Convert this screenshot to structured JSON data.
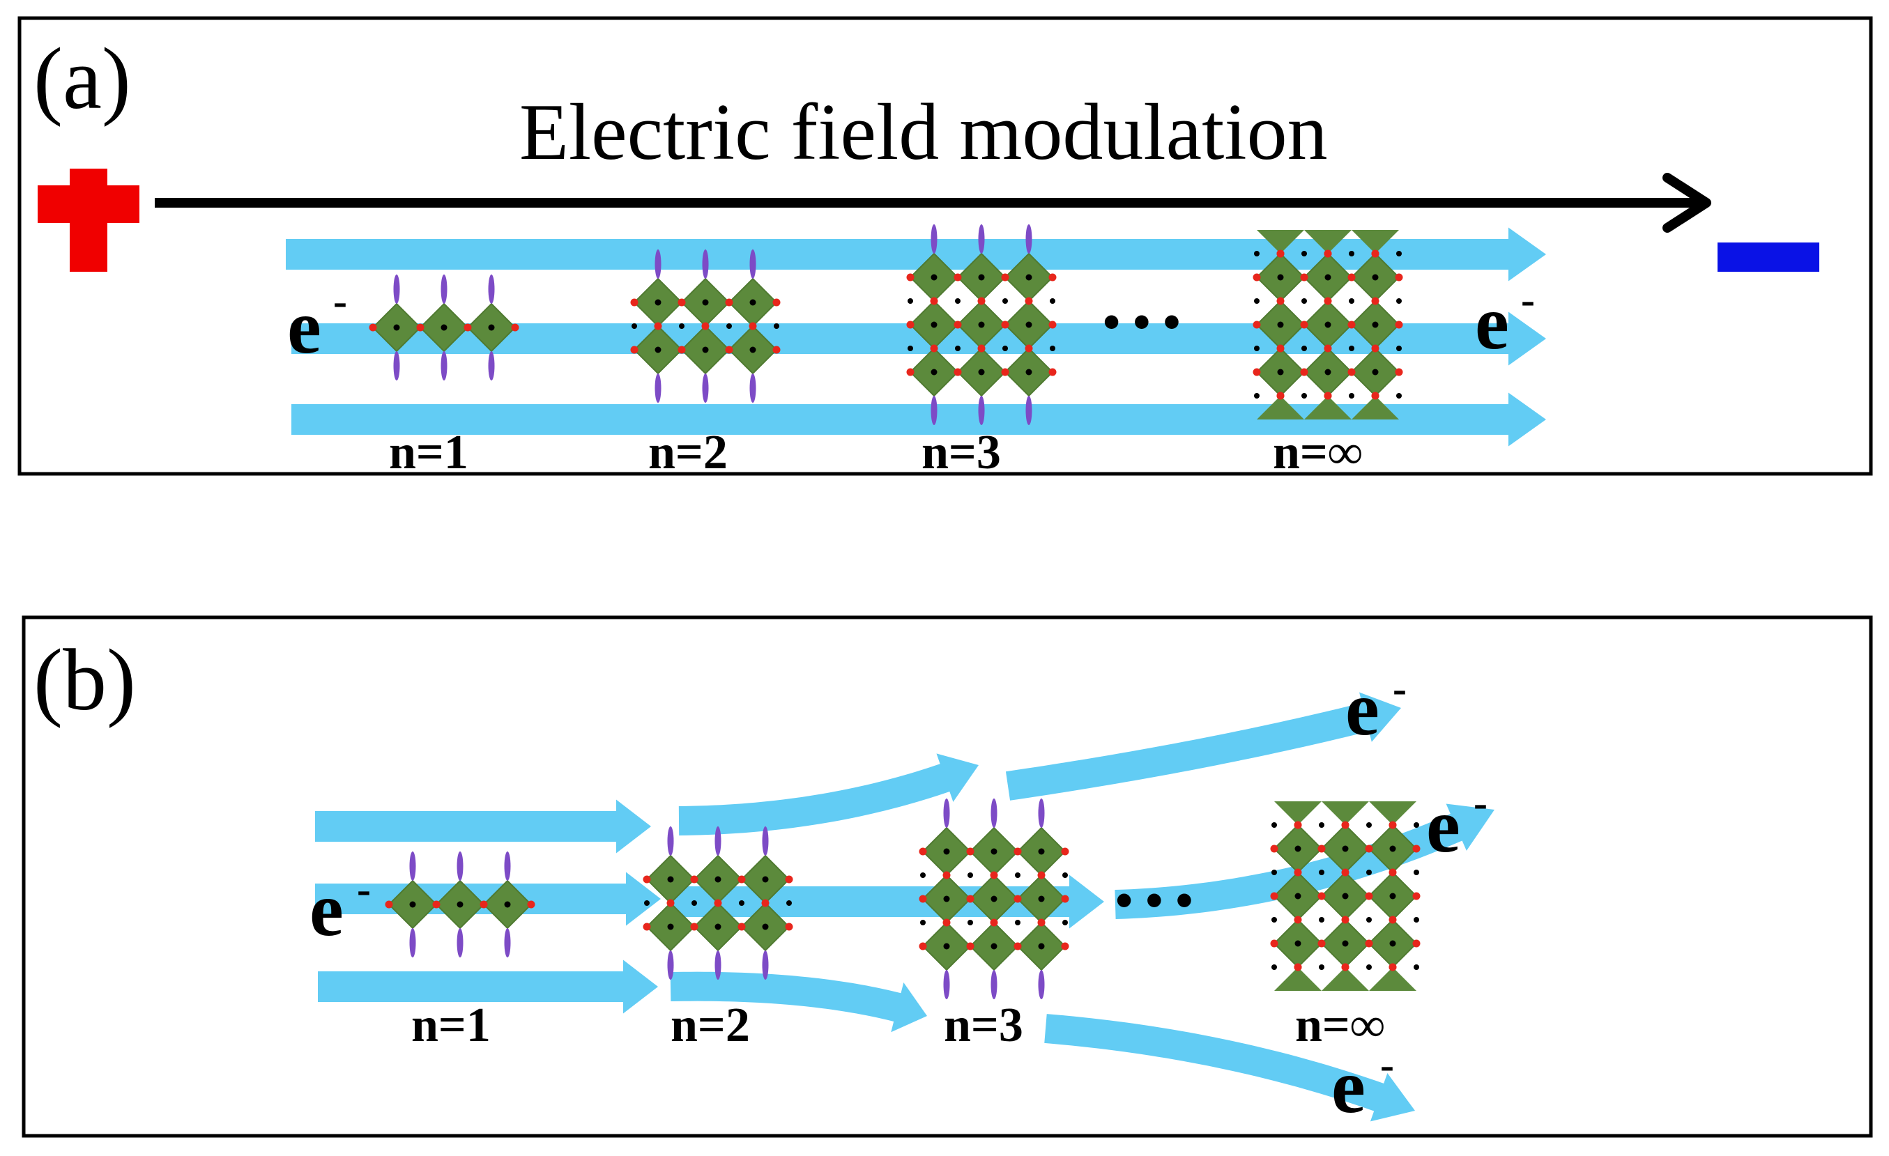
{
  "colors": {
    "flow_arrow": "#62CCF4",
    "octahedron": "#5C8A3C",
    "octahedron_edge": "#4F7A30",
    "vertex": "#E8261C",
    "ligand": "#7D4BC6",
    "cation_dot": "#000000",
    "plus_sign": "#F00000",
    "minus_sign": "#0A12E6",
    "frame": "#000000"
  },
  "panel_a": {
    "label": "(a)",
    "title": "Electric field modulation",
    "plus_icon": "plus-sign-icon",
    "minus_icon": "minus-sign-icon",
    "electron_left": {
      "base": "e",
      "sup": "-"
    },
    "electron_right": {
      "base": "e",
      "sup": "-"
    },
    "ellipsis": "• • •",
    "labels": [
      "n=1",
      "n=2",
      "n=3",
      "n=∞"
    ]
  },
  "panel_b": {
    "label": "(b)",
    "electron_left": {
      "base": "e",
      "sup": "-"
    },
    "electron_top": {
      "base": "e",
      "sup": "-"
    },
    "electron_mid": {
      "base": "e",
      "sup": "-"
    },
    "electron_bottom": {
      "base": "e",
      "sup": "-"
    },
    "ellipsis": "• • •",
    "labels": [
      "n=1",
      "n=2",
      "n=3",
      "n=∞"
    ]
  }
}
